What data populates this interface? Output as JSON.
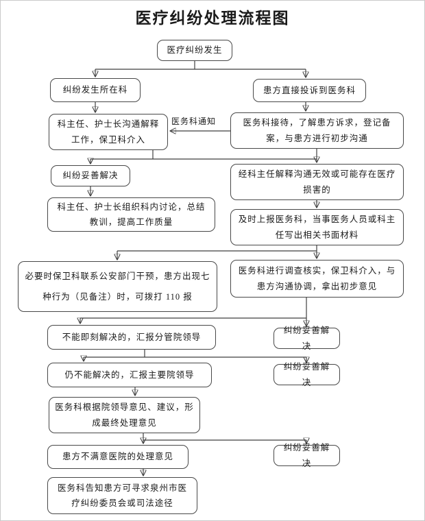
{
  "title": "医疗纠纷处理流程图",
  "edge_label": "医务科通知",
  "nodes": [
    {
      "id": "start",
      "text": "医疗纠纷发生"
    },
    {
      "id": "dept",
      "text": "纠纷发生所在科"
    },
    {
      "id": "complain",
      "text": "患方直接投诉到医务科"
    },
    {
      "id": "communicate",
      "text": "科主任、护士长沟通解释工作，保卫科介入"
    },
    {
      "id": "reception",
      "text": "医务科接待，了解患方诉求，登记备案，与患方进行初步沟通"
    },
    {
      "id": "resolved-1",
      "text": "纠纷妥善解决"
    },
    {
      "id": "ineffective",
      "text": "经科主任解释沟通无效或可能存在医疗损害的"
    },
    {
      "id": "discussion",
      "text": "科主任、护士长组织科内讨论，总结教训，提高工作质量"
    },
    {
      "id": "report-up",
      "text": "及时上报医务科，当事医务人员或科主任写出相关书面材料"
    },
    {
      "id": "police",
      "text": "必要时保卫科联系公安部门干预，患方出现七种行为（见备注）时，可拨打 110 报"
    },
    {
      "id": "investigate",
      "text": "医务科进行调查核实，保卫科介入，与患方沟通协调，拿出初步意见"
    },
    {
      "id": "report-leader",
      "text": "不能即刻解决的，汇报分管院领导"
    },
    {
      "id": "resolved-2",
      "text": "纠纷妥善解决"
    },
    {
      "id": "report-main",
      "text": "仍不能解决的，汇报主要院领导"
    },
    {
      "id": "resolved-3",
      "text": "纠纷妥善解决"
    },
    {
      "id": "final-opinion",
      "text": "医务科根据院领导意见、建议，形成最终处理意见"
    },
    {
      "id": "unsatisfied",
      "text": "患方不满意医院的处理意见"
    },
    {
      "id": "resolved-4",
      "text": "纠纷妥善解决"
    },
    {
      "id": "inform",
      "text": "医务科告知患方可寻求泉州市医疗纠纷委员会或司法途径"
    }
  ],
  "colors": {
    "box_border": "#474747",
    "line": "#3f3f3f",
    "text": "#1a1a1a",
    "background": "#ffffff",
    "page_border": "#c9c9c9"
  }
}
